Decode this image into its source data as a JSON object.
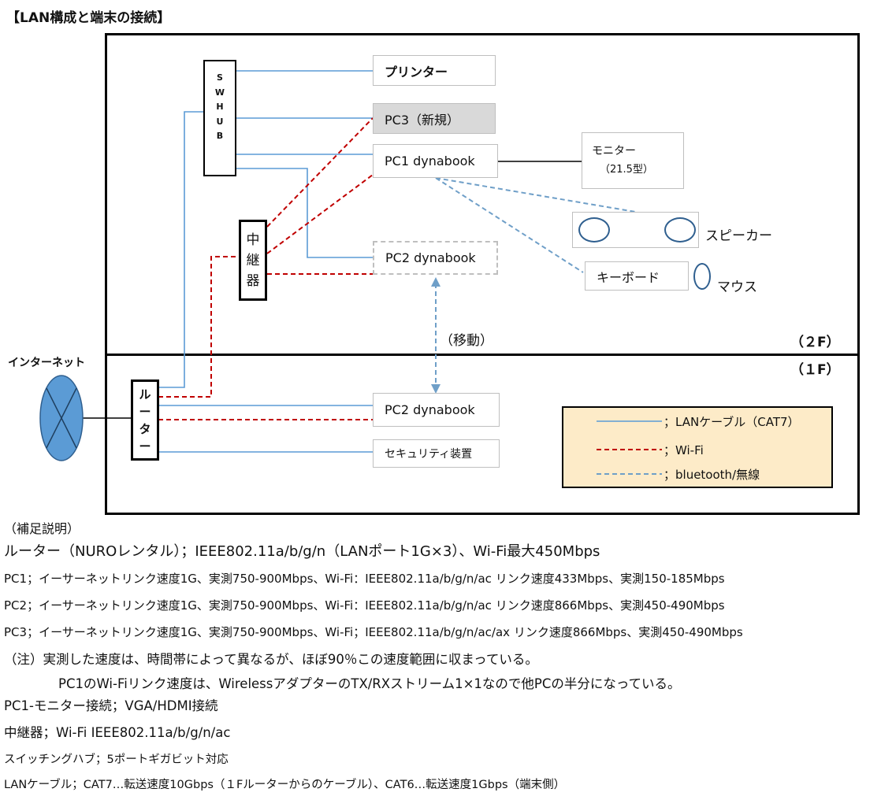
{
  "title": "【LAN構成と端末の接続】",
  "floors": {
    "upper": "（２F）",
    "lower": "（１F）"
  },
  "devices": {
    "sw_hub_chars": [
      "S",
      "W",
      "H",
      "U",
      "B"
    ],
    "printer": "プリンター",
    "pc3": "PC3（新規）",
    "pc1": "PC1 dynabook",
    "monitor_line1": "モニター",
    "monitor_line2": "（21.5型）",
    "speaker": "スピーカー",
    "keyboard": "キーボード",
    "mouse": "マウス",
    "repeater_chars": [
      "中",
      "継",
      "器"
    ],
    "pc2_upper": "PC2 dynabook",
    "move": "（移動）",
    "internet": "インターネット",
    "router_chars": [
      "ル",
      "ー",
      "タ",
      "ー"
    ],
    "pc2_lower": "PC2 dynabook",
    "security": "セキュリティ装置"
  },
  "legend": {
    "lan": "；LANケーブル（CAT7）",
    "wifi": "；Wi-Fi",
    "bt": "；bluetooth/無線",
    "colors": {
      "lan": "#5b9bd5",
      "wifi": "#c00000",
      "bt": "#6f9fc8",
      "legend_bg": "#fdebc8",
      "pc3_bg": "#d9d9d9",
      "internet_fill": "#5b9bd5"
    }
  },
  "notes": [
    "（補足説明）",
    "ルーター（NUROレンタル）；IEEE802.11a/b/g/n（LANポート1G×3）、Wi-Fi最大450Mbps",
    "PC1；イーサーネットリンク速度1G、実測750-900Mbps、Wi-Fi：IEEE802.11a/b/g/n/ac リンク速度433Mbps、実測150-185Mbps",
    "PC2；イーサーネットリンク速度1G、実測750-900Mbps、Wi-Fi：IEEE802.11a/b/g/n/ac リンク速度866Mbps、実測450-490Mbps",
    "PC3；イーサーネットリンク速度1G、実測750-900Mbps、Wi-Fi；IEEE802.11a/b/g/n/ac/ax リンク速度866Mbps、実測450-490Mbps",
    "（注）実測した速度は、時間帯によって異なるが、ほぼ90％この速度範囲に収まっている。",
    "PC1のWi-Fiリンク速度は、WirelessアダプターのTX/RXストリーム1×1なので他PCの半分になっている。",
    "PC1-モニター接続；VGA/HDMI接続",
    "中継器；Wi-Fi IEEE802.11a/b/g/n/ac",
    "スイッチングハブ；5ポートギガビット対応",
    "LANケーブル；CAT7…転送速度10Gbps（１Fルーターからのケーブル）、CAT6…転送速度1Gbps（端末側）"
  ]
}
